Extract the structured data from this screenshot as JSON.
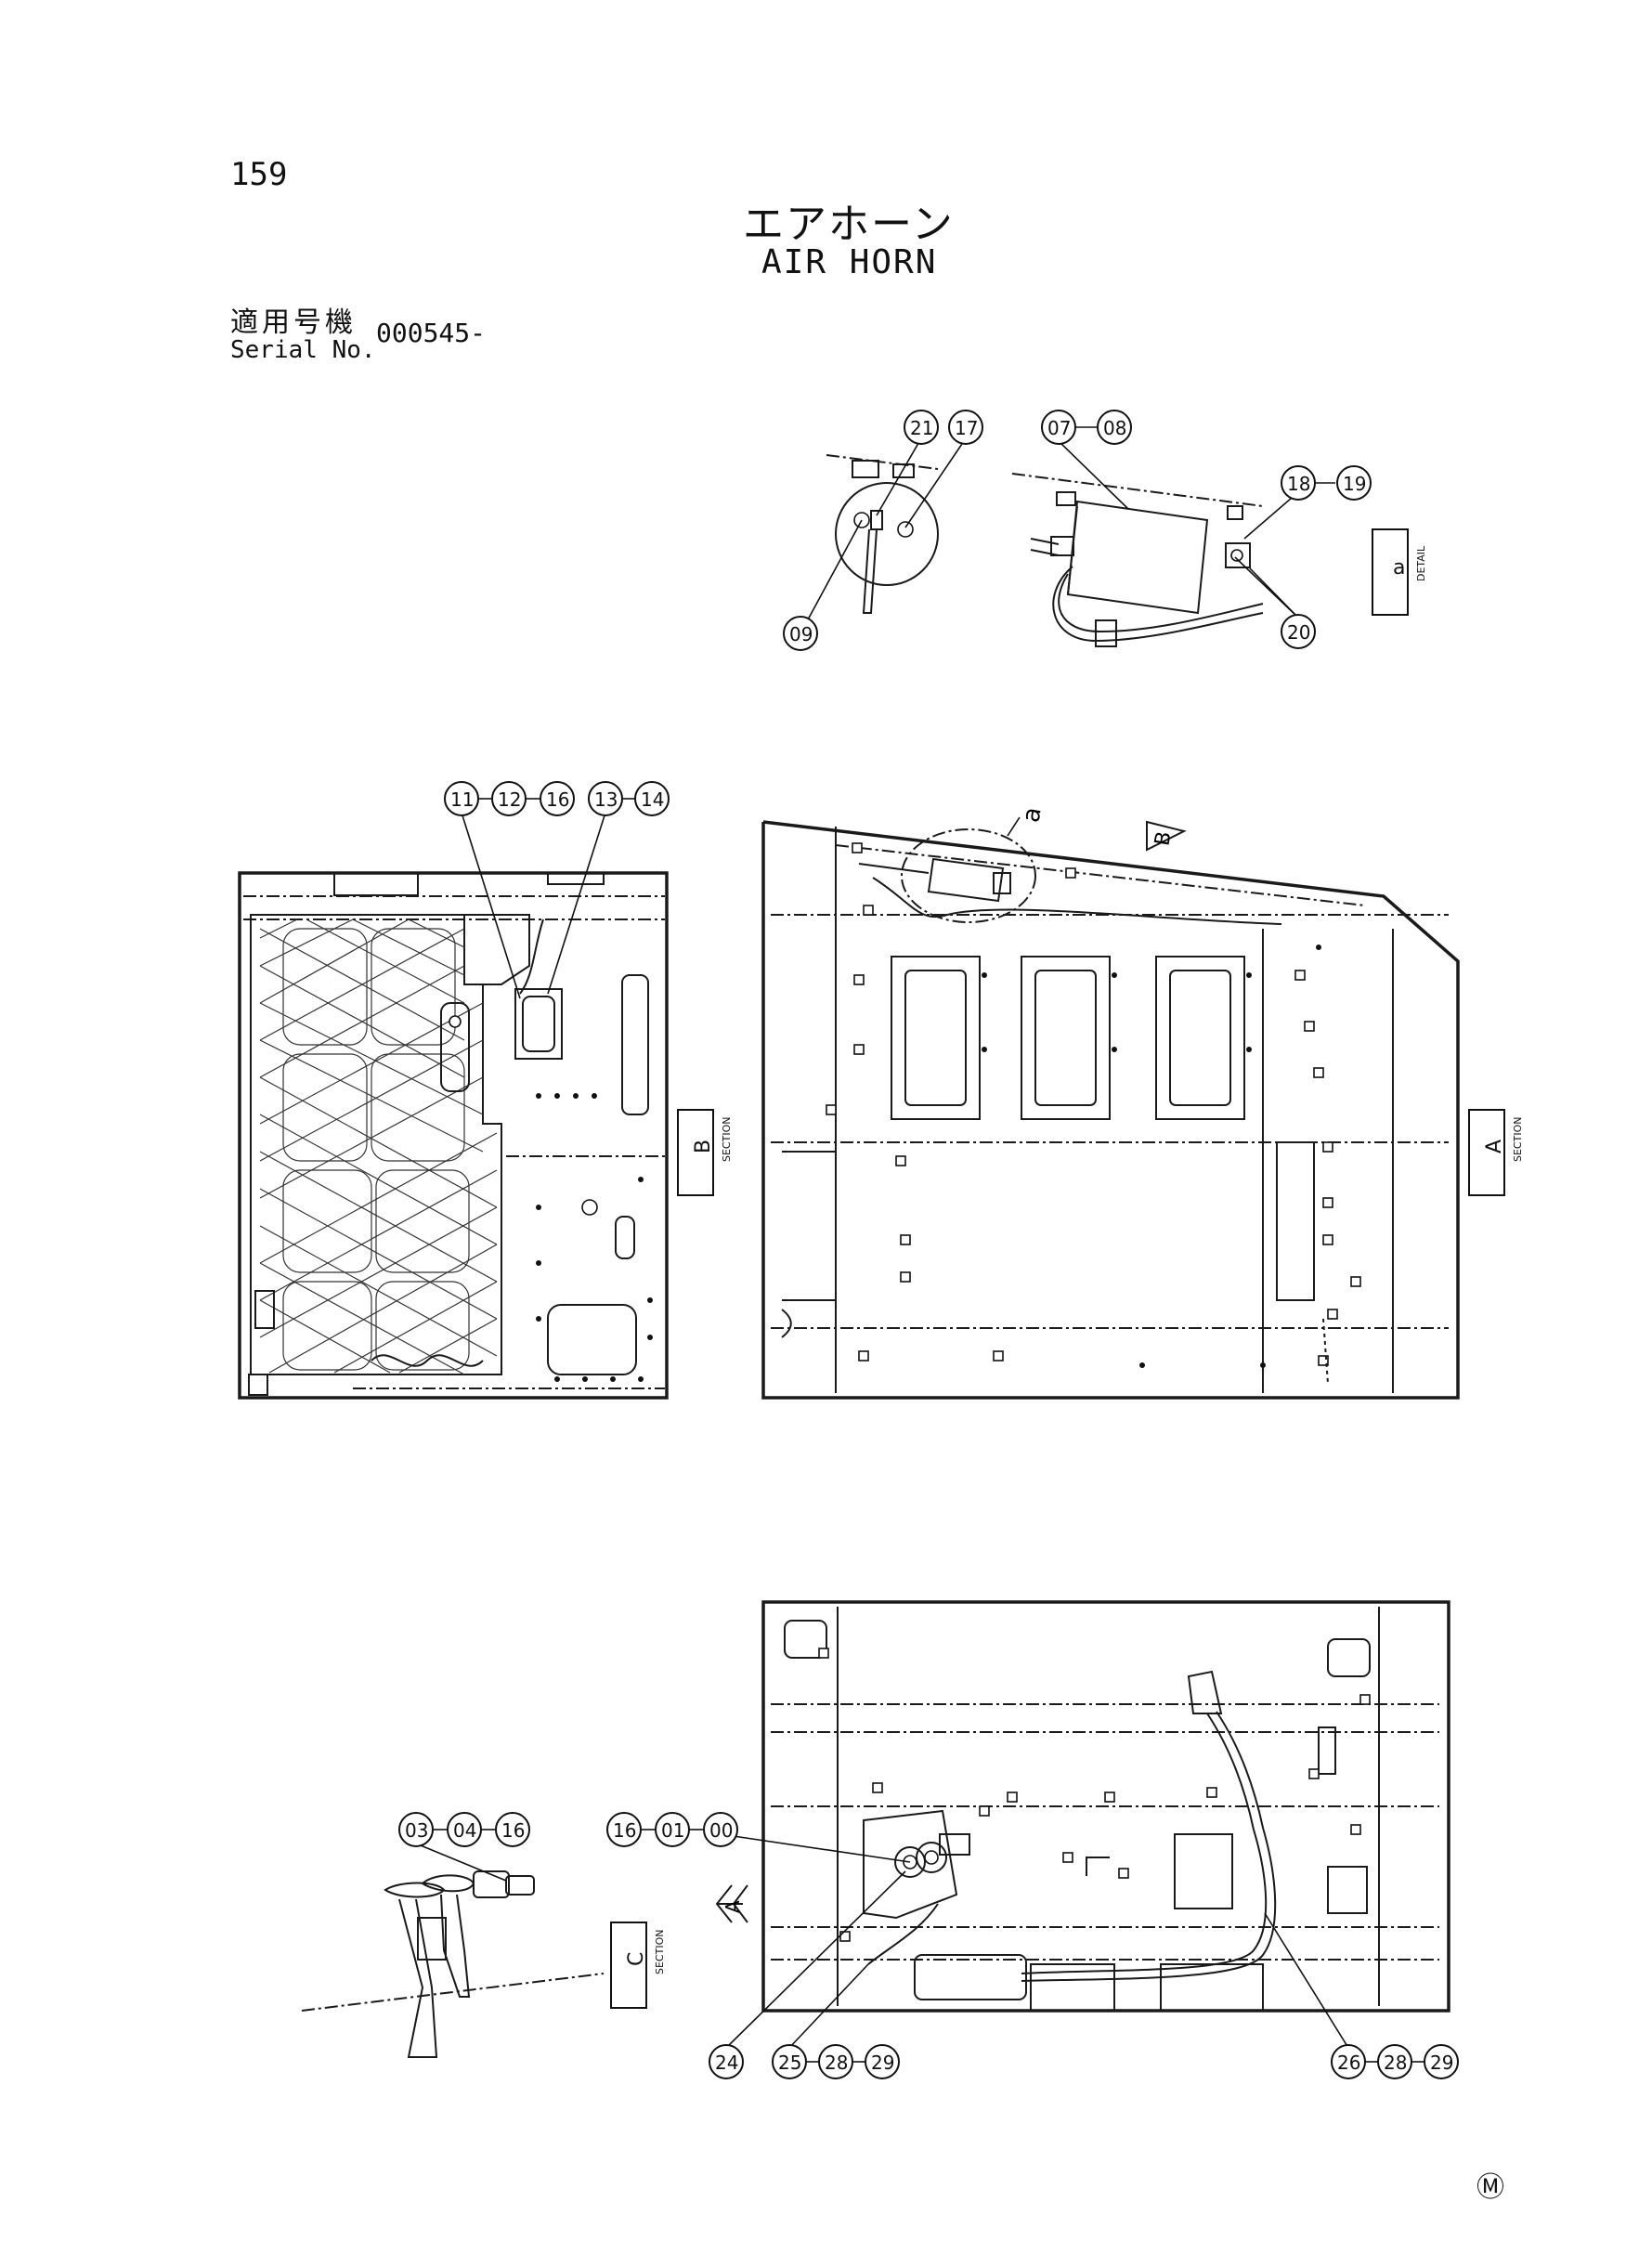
{
  "page_number": "159",
  "title_jp": "エアホーン",
  "title_en": "AIR HORN",
  "serial": {
    "label_jp": "適用号機",
    "label_en": "Serial No.",
    "value": "000545-"
  },
  "callouts": {
    "detail_a": [
      "09",
      "21",
      "17",
      "07",
      "08",
      "18",
      "19",
      "20"
    ],
    "section_b": [
      "11",
      "12",
      "16",
      "13",
      "14"
    ],
    "section_c_horn": [
      "03",
      "04",
      "16"
    ],
    "section_c_valve": [
      "16",
      "01",
      "00"
    ],
    "section_c_lines": [
      "24",
      "25",
      "28",
      "29",
      "26",
      "28",
      "29"
    ]
  },
  "section_labels": {
    "detail": {
      "word": "DETAIL",
      "letter": "a"
    },
    "section_b": {
      "word": "SECTION",
      "letter": "B"
    },
    "section_a": {
      "word": "SECTION",
      "letter": "A"
    },
    "section_c": {
      "word": "SECTION",
      "letter": "C"
    }
  },
  "view_markers": {
    "arrow_b": "B",
    "arrow_a": "A",
    "detail_circle": "a"
  },
  "footer_mark": "Ⓜ"
}
